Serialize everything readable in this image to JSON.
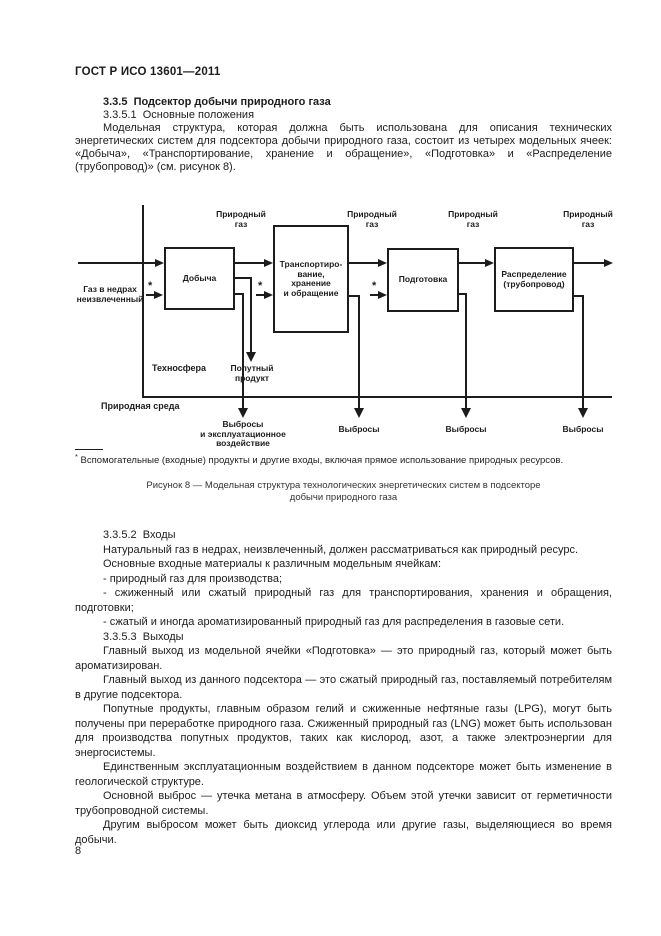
{
  "page": {
    "header": "ГОСТ Р ИСО 13601—2011",
    "page_number": "8"
  },
  "sections": {
    "s335_title": "3.3.5  Подсектор добычи природного газа",
    "s3351_title": "3.3.5.1  Основные положения",
    "s3351_para": "Модельная структура, которая должна быть использована для описания технических энергетических систем для подсектора добычи природного газа, состоит из четырех модельных ячеек: «Добыча», «Транспортирование, хранение и обращение», «Подготовка» и «Распределение (трубопровод)» (см. рисунок 8).",
    "s3352_title": "3.3.5.2  Входы",
    "s3352_paras": [
      "Натуральный газ в недрах, неизвлеченный, должен рассматриваться как природный ресурс.",
      "Основные входные материалы к различным модельным ячейкам:",
      "- природный газ для производства;",
      "- сжиженный или сжатый природный газ для транспортирования, хранения и обращения, подготовки;",
      "- сжатый и иногда ароматизированный природный газ для распределения в газовые сети."
    ],
    "s3353_title": "3.3.5.3  Выходы",
    "s3353_paras": [
      "Главный выход из модельной ячейки «Подготовка» — это природный газ, который может быть ароматизирован.",
      "Главный выход из данного подсектора — это сжатый природный газ, поставляемый потребителям в другие подсектора.",
      "Попутные продукты, главным образом гелий и сжиженные нефтяные газы (LPG), могут быть получены при переработке природного газа. Сжиженный природный газ (LNG) может быть использован для производства попутных продуктов, таких как кислород, азот, а также электроэнергии для энергосистемы.",
      "Единственным эксплуатационным воздействием в данном подсекторе может быть изменение в геологической структуре.",
      "Основной выброс — утечка метана в атмосферу. Объем этой утечки зависит от герметичности трубопроводной системы.",
      "Другим выбросом может быть диоксид углерода или другие газы, выделяющиеся во время добычи."
    ]
  },
  "figure": {
    "input_label": "Газ в недрах\nнеизвлеченный",
    "flow_labels": [
      "Природный\nгаз",
      "Природный\nгаз",
      "Природный\nгаз",
      "Природный\nгаз"
    ],
    "boxes": [
      {
        "label": "Добыча"
      },
      {
        "label": "Транспортиро-\nвание,\nхранение\nи обращение"
      },
      {
        "label": "Подготовка"
      },
      {
        "label": "Распределение\n(трубопровод)"
      }
    ],
    "asterisk": "*",
    "byproduct_label": "Попутный\nпродукт",
    "technosphere_label": "Техносфера",
    "environment_label": "Природная среда",
    "emission_labels": [
      "Выбросы\nи эксплуатационное\nвоздействие",
      "Выбросы",
      "Выбросы",
      "Выбросы"
    ],
    "footnote_marker": "*",
    "footnote_text": " Вспомогательные (входные) продукты и другие входы, включая прямое использование природных ресурсов.",
    "caption": "Рисунок 8 — Модельная структура технологических энергетических систем в подсекторе\nдобычи природного газа"
  },
  "colors": {
    "ink": "#1c1c1c",
    "paper": "#ffffff"
  }
}
